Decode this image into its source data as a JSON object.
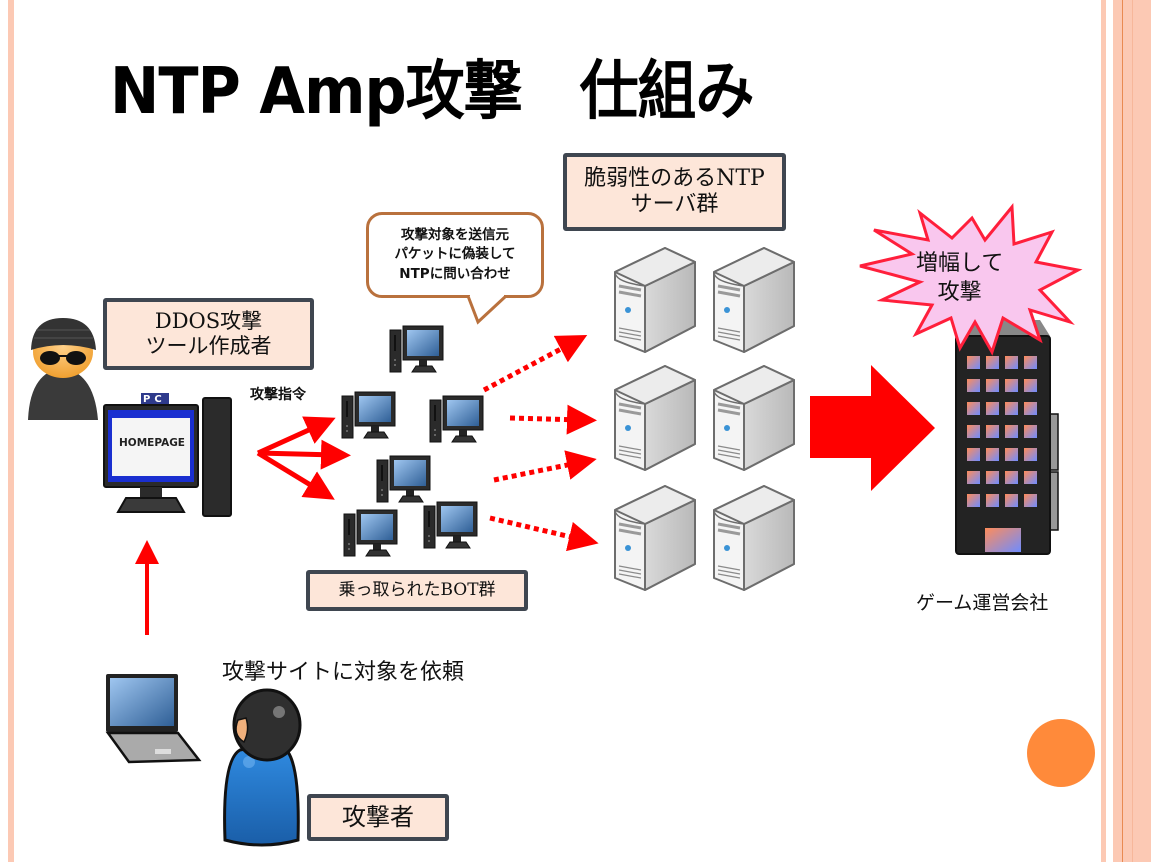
{
  "slide": {
    "title": "NTP Amp攻撃　仕組み",
    "accent_colors": {
      "stripe": "#fcc9b4",
      "stripe_line": "#e98a52",
      "box_fill": "#fde6d9",
      "box_border": "#3f4650",
      "arrow_red": "#ff0000",
      "circle_orange": "#ff8a3a",
      "burst_fill": "#f9c7ee",
      "speech_border": "#b9713d"
    }
  },
  "labels": {
    "tool_author": [
      "DDOS攻撃",
      "ツール作成者"
    ],
    "attack_command": "攻撃指令",
    "speech_bubble": [
      "攻撃対象を送信元",
      "パケットに偽装して",
      "NTPに問い合わせ"
    ],
    "ntp_servers": [
      "脆弱性のあるNTP",
      "サーバ群"
    ],
    "burst": [
      "増幅して",
      "攻撃"
    ],
    "bot_group": "乗っ取られたBOT群",
    "game_company": "ゲーム運営会社",
    "request": "攻撃サイトに対象を依頼",
    "attacker": "攻撃者",
    "pc_tag": "PC",
    "pc_screen": "HOMEPAGE"
  },
  "icons": {
    "hacker": "hacker-icon",
    "pc": "desktop-pc-icon",
    "bot": "bot-pc-icon",
    "server": "server-icon",
    "building": "office-building-icon",
    "laptop": "laptop-icon",
    "attacker": "person-icon"
  }
}
